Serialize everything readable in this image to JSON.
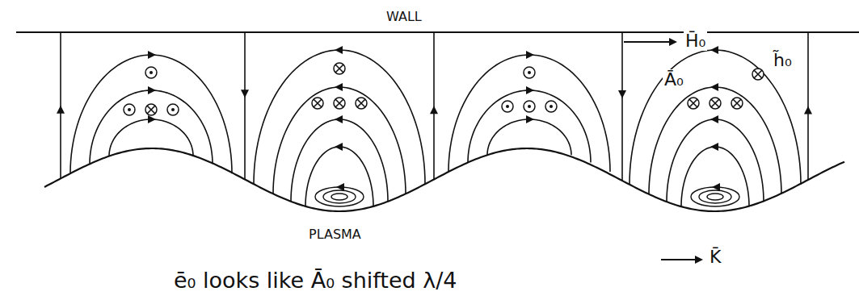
{
  "diagram": {
    "caption": "ē₀ looks like Ā₀ shifted λ/4",
    "labels": [
      "WALL",
      "H̄₀",
      "h̃₀",
      "Ā₀",
      "PLASMA",
      "K̄"
    ]
  }
}
